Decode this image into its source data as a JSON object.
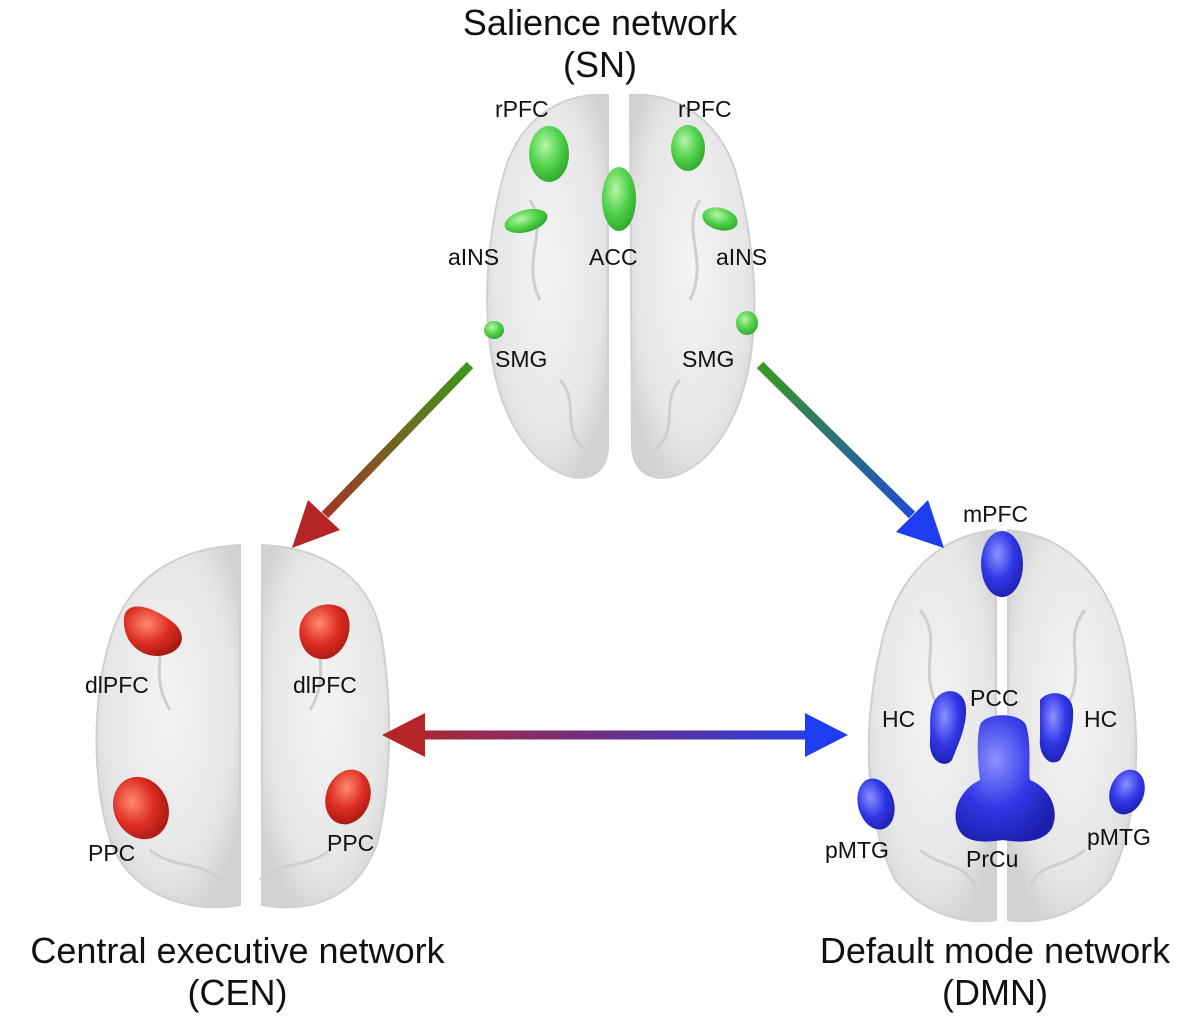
{
  "colors": {
    "salience": "#3fcf3f",
    "central_executive": "#d42a20",
    "default_mode": "#2f34e0",
    "arrow_green": "#3a9a1c",
    "arrow_red": "#b52525",
    "arrow_blue": "#1d3df0",
    "brain": "#e8e8e8"
  },
  "networks": {
    "salience": {
      "name": "Salience network",
      "abbr": "(SN)",
      "regions": {
        "rpfc_left": "rPFC",
        "rpfc_right": "rPFC",
        "ains_left": "aINS",
        "acc": "ACC",
        "ains_right": "aINS",
        "smg_left": "SMG",
        "smg_right": "SMG"
      }
    },
    "central_executive": {
      "name": "Central executive network",
      "abbr": "(CEN)",
      "regions": {
        "dlpfc_left": "dlPFC",
        "dlpfc_right": "dlPFC",
        "ppc_left": "PPC",
        "ppc_right": "PPC"
      }
    },
    "default_mode": {
      "name": "Default mode network",
      "abbr": "(DMN)",
      "regions": {
        "mpfc": "mPFC",
        "pcc": "PCC",
        "hc_left": "HC",
        "hc_right": "HC",
        "pmtg_left": "pMTG",
        "pmtg_right": "pMTG",
        "prcu": "PrCu"
      }
    }
  },
  "connections": [
    {
      "from": "salience",
      "to": "central_executive",
      "direction": "one-way"
    },
    {
      "from": "salience",
      "to": "default_mode",
      "direction": "one-way"
    },
    {
      "from": "central_executive",
      "to": "default_mode",
      "direction": "two-way"
    }
  ]
}
